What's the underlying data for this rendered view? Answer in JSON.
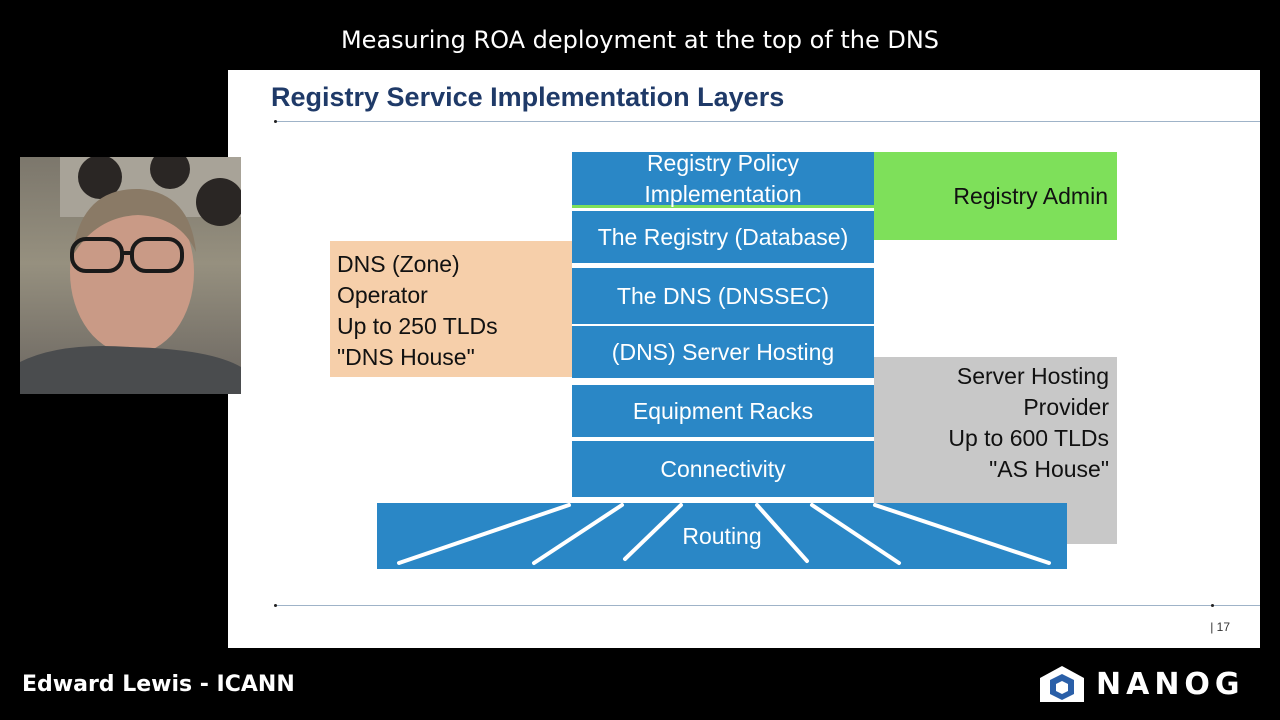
{
  "header": {
    "talk_title": "Measuring ROA deployment at the top of the DNS"
  },
  "slide": {
    "title": "Registry Service Implementation Layers",
    "stack": [
      {
        "label": "Registry Policy\nImplementation"
      },
      {
        "label": "The Registry (Database)"
      },
      {
        "label": "The DNS (DNSSEC)"
      },
      {
        "label": "(DNS) Server Hosting"
      },
      {
        "label": "Equipment Racks"
      },
      {
        "label": "Connectivity"
      }
    ],
    "routing_label": "Routing",
    "side_boxes": {
      "dns_operator": "DNS (Zone)\nOperator\nUp to 250 TLDs\n\"DNS House\"",
      "registry_admin": "Registry Admin",
      "server_provider": "Server Hosting\nProvider\nUp to 600 TLDs\n\"AS House\""
    },
    "page_number": "| 17",
    "colors": {
      "layer_blue": "#2a87c6",
      "admin_green": "#7ee05a",
      "operator_peach": "#f6cfaa",
      "provider_gray": "#c8c8c8",
      "title_navy": "#1f3a68"
    }
  },
  "footer": {
    "speaker": "Edward Lewis - ICANN",
    "logo_text": "NANOG",
    "logo_mark": "registered-mark"
  },
  "webcam": {
    "icon": "speaker-video-feed"
  }
}
